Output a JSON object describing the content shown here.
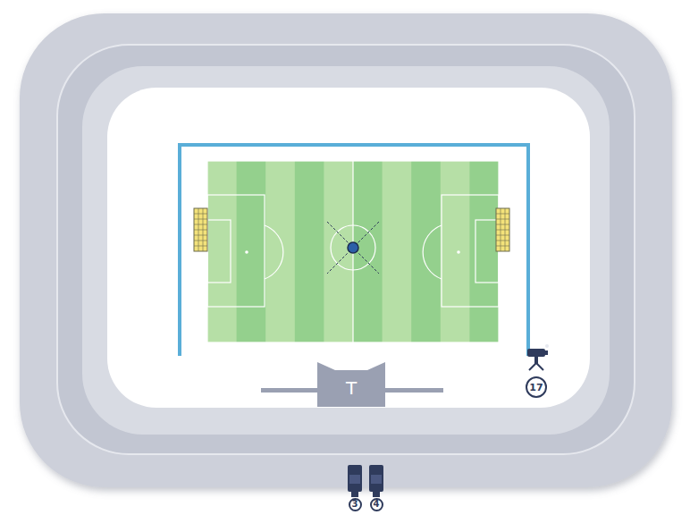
{
  "diagram": {
    "nodes": [
      {
        "text": [
          "T"
        ]
      },
      {
        "text": [
          "17"
        ]
      },
      {
        "text": [
          "3"
        ]
      },
      {
        "text": [
          "4"
        ]
      }
    ]
  }
}
